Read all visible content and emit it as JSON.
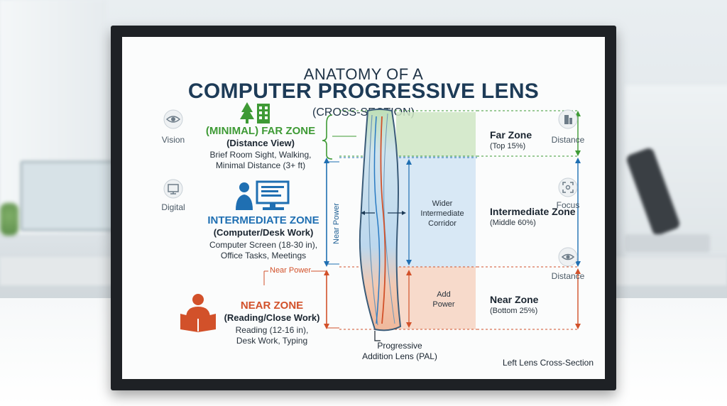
{
  "title": {
    "line1": "ANATOMY OF A",
    "line2": "COMPUTER PROGRESSIVE LENS",
    "line3": "(CROSS-SECTION)"
  },
  "left_icons": [
    {
      "icon": "eye-icon",
      "label": "Vision"
    },
    {
      "icon": "monitor-icon",
      "label": "Digital"
    }
  ],
  "right_icons": [
    {
      "icon": "building-icon",
      "label": "Distance"
    },
    {
      "icon": "focus-icon",
      "label": "Focus"
    },
    {
      "icon": "eye-icon",
      "label": "Distance"
    }
  ],
  "zones": {
    "far": {
      "title": "(MINIMAL) FAR ZONE",
      "sub": "(Distance View)",
      "desc1": "Brief Room Sight, Walking,",
      "desc2": "Minimal Distance (3+ ft)",
      "color": "#3e9a35",
      "icon": "tree-building-icon"
    },
    "intermediate": {
      "title": "INTERMEDIATE ZONE",
      "sub": "(Computer/Desk Work)",
      "desc1": "Computer Screen (18-30 in),",
      "desc2": "Office Tasks, Meetings",
      "color": "#1f6fb2",
      "icon": "person-computer-icon"
    },
    "near": {
      "title": "NEAR ZONE",
      "sub": "(Reading/Close Work)",
      "desc1": "Reading (12-16 in),",
      "desc2": "Desk Work, Typing",
      "color": "#d2512a",
      "icon": "person-reading-icon"
    }
  },
  "right_labels": {
    "far": {
      "title": "Far Zone",
      "sub": "(Top 15%)"
    },
    "intermediate": {
      "title": "Intermediate Zone",
      "sub": "(Middle 60%)"
    },
    "near": {
      "title": "Near Zone",
      "sub": "(Bottom 25%)"
    }
  },
  "center": {
    "corridor1": "Wider",
    "corridor2": "Intermediate",
    "corridor3": "Corridor",
    "add1": "Add",
    "add2": "Power",
    "near_power_vertical": "Near Power",
    "near_power_top": "Near Power",
    "pal1": "Progressive",
    "pal2": "Addition Lens (PAL)"
  },
  "footer": "Left Lens Cross-Section",
  "colors": {
    "green_zone": "#cfe6c4",
    "blue_zone": "#d4e6f4",
    "orange_zone": "#f6d6c5",
    "dark_text": "#1d3b57"
  }
}
